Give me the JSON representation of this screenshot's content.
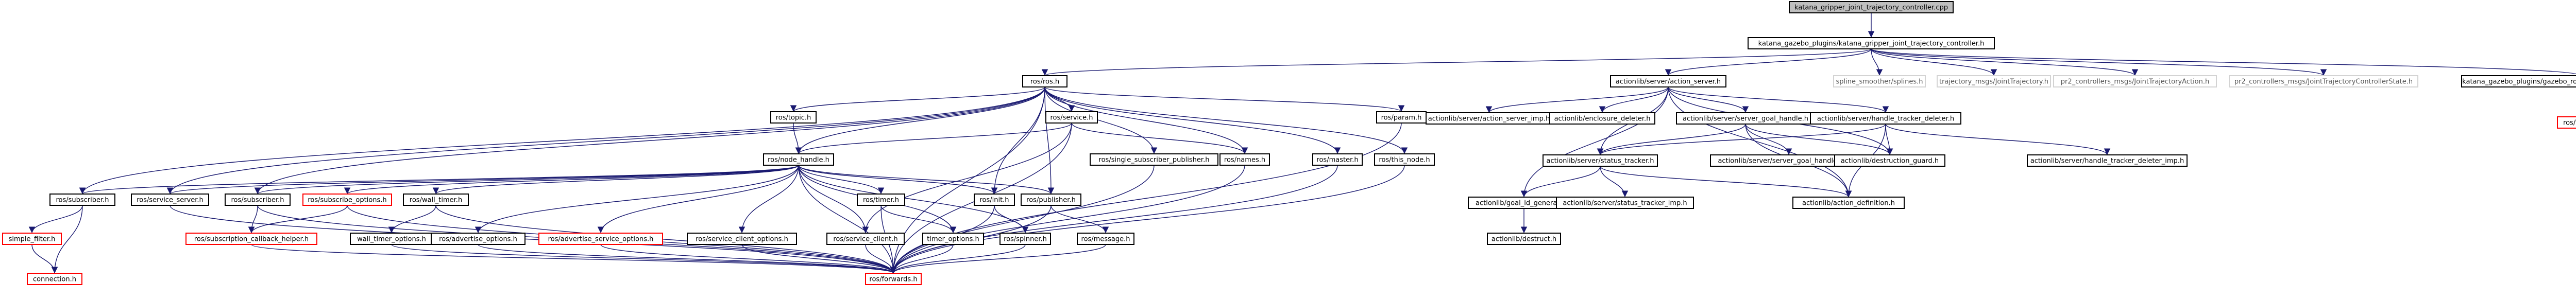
{
  "colors": {
    "edge": "#191970",
    "node_border": "#000000",
    "missing_border": "#ff0000",
    "root_fill": "#bfbfbf",
    "node_fill": "#ffffff",
    "no_border": "#d3d3d3",
    "text": "#000000",
    "faint_text": "#555555"
  },
  "nodes": [
    {
      "id": "root",
      "label": "katana_gripper_joint_trajectory_controller.cpp",
      "style": "root"
    },
    {
      "id": "hdr",
      "label": "katana_gazebo_plugins/katana_gripper_joint_trajectory_controller.h",
      "style": "normal"
    },
    {
      "id": "roscpp_ros",
      "label": "ros/ros.h",
      "style": "normal"
    },
    {
      "id": "as",
      "label": "actionlib/server/action_server.h",
      "style": "normal"
    },
    {
      "id": "spline",
      "label": "spline_smoother/splines.h",
      "style": "plain"
    },
    {
      "id": "traj",
      "label": "trajectory_msgs/JointTrajectory.h",
      "style": "plain"
    },
    {
      "id": "pr2a",
      "label": "pr2_controllers_msgs/JointTrajectoryAction.h",
      "style": "plain"
    },
    {
      "id": "pr2s",
      "label": "pr2_controllers_msgs/JointTrajectoryControllerState.h",
      "style": "plain"
    },
    {
      "id": "gias",
      "label": "katana_gazebo_plugins/gazebo_ros_katana_gripper_action_interface.h",
      "style": "normal"
    },
    {
      "id": "rostime",
      "label": "ros/time.h",
      "style": "missing"
    },
    {
      "id": "topic",
      "label": "ros/topic.h",
      "style": "normal"
    },
    {
      "id": "service",
      "label": "ros/service.h",
      "style": "normal"
    },
    {
      "id": "param",
      "label": "ros/param.h",
      "style": "normal"
    },
    {
      "id": "asimp",
      "label": "actionlib/server/action_server_imp.h",
      "style": "normal"
    },
    {
      "id": "enclos",
      "label": "actionlib/enclosure_deleter.h",
      "style": "normal"
    },
    {
      "id": "sgh",
      "label": "actionlib/server/server_goal_handle.h",
      "style": "normal"
    },
    {
      "id": "htd",
      "label": "actionlib/server/handle_tracker_deleter.h",
      "style": "normal"
    },
    {
      "id": "nh",
      "label": "ros/node_handle.h",
      "style": "normal"
    },
    {
      "id": "ssp",
      "label": "ros/single_subscriber_publisher.h",
      "style": "normal"
    },
    {
      "id": "names",
      "label": "ros/names.h",
      "style": "normal"
    },
    {
      "id": "master",
      "label": "ros/master.h",
      "style": "normal"
    },
    {
      "id": "thisnode",
      "label": "ros/this_node.h",
      "style": "normal"
    },
    {
      "id": "st",
      "label": "actionlib/server/status_tracker.h",
      "style": "normal"
    },
    {
      "id": "sghimp",
      "label": "actionlib/server/server_goal_handle_imp.h",
      "style": "normal"
    },
    {
      "id": "dguard",
      "label": "actionlib/destruction_guard.h",
      "style": "normal"
    },
    {
      "id": "htdimp",
      "label": "actionlib/server/handle_tracker_deleter_imp.h",
      "style": "normal"
    },
    {
      "id": "sub",
      "label": "ros/subscriber.h",
      "style": "normal"
    },
    {
      "id": "ss",
      "label": "ros/service_server.h",
      "style": "normal"
    },
    {
      "id": "subscriber",
      "label": "ros/subscriber.h",
      "style": "normal"
    },
    {
      "id": "subopts",
      "label": "ros/subscribe_options.h",
      "style": "missing"
    },
    {
      "id": "wtimer",
      "label": "ros/wall_timer.h",
      "style": "normal"
    },
    {
      "id": "timer",
      "label": "ros/timer.h",
      "style": "normal"
    },
    {
      "id": "init",
      "label": "ros/init.h",
      "style": "normal"
    },
    {
      "id": "publisher",
      "label": "ros/publisher.h",
      "style": "normal"
    },
    {
      "id": "gidgen",
      "label": "actionlib/goal_id_generator.h",
      "style": "normal"
    },
    {
      "id": "stimp",
      "label": "actionlib/server/status_tracker_imp.h",
      "style": "normal"
    },
    {
      "id": "adef",
      "label": "actionlib/action_definition.h",
      "style": "normal"
    },
    {
      "id": "simple",
      "label": "simple_filter.h",
      "style": "missing"
    },
    {
      "id": "sch",
      "label": "ros/subscription_callback_helper.h",
      "style": "missing"
    },
    {
      "id": "wto",
      "label": "wall_timer_options.h",
      "style": "normal"
    },
    {
      "id": "advo",
      "label": "ros/advertise_options.h",
      "style": "normal"
    },
    {
      "id": "aso",
      "label": "ros/advertise_service_options.h",
      "style": "missing"
    },
    {
      "id": "sco",
      "label": "ros/service_client_options.h",
      "style": "normal"
    },
    {
      "id": "sclient",
      "label": "ros/service_client.h",
      "style": "normal"
    },
    {
      "id": "topts",
      "label": "timer_options.h",
      "style": "normal"
    },
    {
      "id": "spinner",
      "label": "ros/spinner.h",
      "style": "normal"
    },
    {
      "id": "message",
      "label": "ros/message.h",
      "style": "normal"
    },
    {
      "id": "dest",
      "label": "actionlib/destruct.h",
      "style": "normal"
    },
    {
      "id": "conn",
      "label": "connection.h",
      "style": "missing"
    },
    {
      "id": "fwd",
      "label": "ros/forwards.h",
      "style": "missing"
    }
  ],
  "edges": [
    [
      "root",
      "hdr"
    ],
    [
      "hdr",
      "roscpp_ros"
    ],
    [
      "hdr",
      "as"
    ],
    [
      "hdr",
      "spline"
    ],
    [
      "hdr",
      "traj"
    ],
    [
      "hdr",
      "pr2a"
    ],
    [
      "hdr",
      "pr2s"
    ],
    [
      "hdr",
      "gias"
    ],
    [
      "gias",
      "rostime"
    ],
    [
      "roscpp_ros",
      "topic"
    ],
    [
      "roscpp_ros",
      "service"
    ],
    [
      "roscpp_ros",
      "param"
    ],
    [
      "roscpp_ros",
      "nh"
    ],
    [
      "roscpp_ros",
      "ssp"
    ],
    [
      "roscpp_ros",
      "names"
    ],
    [
      "roscpp_ros",
      "master"
    ],
    [
      "roscpp_ros",
      "thisnode"
    ],
    [
      "roscpp_ros",
      "sub"
    ],
    [
      "roscpp_ros",
      "ss"
    ],
    [
      "roscpp_ros",
      "subscriber"
    ],
    [
      "roscpp_ros",
      "init"
    ],
    [
      "roscpp_ros",
      "publisher"
    ],
    [
      "roscpp_ros",
      "fwd"
    ],
    [
      "as",
      "asimp"
    ],
    [
      "as",
      "enclos"
    ],
    [
      "as",
      "sgh"
    ],
    [
      "as",
      "htd"
    ],
    [
      "as",
      "st"
    ],
    [
      "as",
      "dguard"
    ],
    [
      "as",
      "adef"
    ],
    [
      "as",
      "gidgen"
    ],
    [
      "sgh",
      "st"
    ],
    [
      "sgh",
      "sghimp"
    ],
    [
      "sgh",
      "dguard"
    ],
    [
      "sgh",
      "adef"
    ],
    [
      "htd",
      "st"
    ],
    [
      "htd",
      "dguard"
    ],
    [
      "htd",
      "htdimp"
    ],
    [
      "htd",
      "adef"
    ],
    [
      "topic",
      "nh"
    ],
    [
      "service",
      "nh"
    ],
    [
      "service",
      "names"
    ],
    [
      "service",
      "sclient"
    ],
    [
      "service",
      "fwd"
    ],
    [
      "param",
      "fwd"
    ],
    [
      "nh",
      "sub"
    ],
    [
      "nh",
      "ss"
    ],
    [
      "nh",
      "subscriber"
    ],
    [
      "nh",
      "subopts"
    ],
    [
      "nh",
      "wtimer"
    ],
    [
      "nh",
      "timer"
    ],
    [
      "nh",
      "init"
    ],
    [
      "nh",
      "publisher"
    ],
    [
      "nh",
      "advo"
    ],
    [
      "nh",
      "aso"
    ],
    [
      "nh",
      "sco"
    ],
    [
      "nh",
      "sclient"
    ],
    [
      "nh",
      "topts"
    ],
    [
      "nh",
      "spinner"
    ],
    [
      "nh",
      "fwd"
    ],
    [
      "names",
      "fwd"
    ],
    [
      "master",
      "fwd"
    ],
    [
      "thisnode",
      "fwd"
    ],
    [
      "ssp",
      "fwd"
    ],
    [
      "st",
      "gidgen"
    ],
    [
      "st",
      "stimp"
    ],
    [
      "st",
      "adef"
    ],
    [
      "gidgen",
      "dest"
    ],
    [
      "sub",
      "simple"
    ],
    [
      "sub",
      "conn"
    ],
    [
      "simple",
      "conn"
    ],
    [
      "ss",
      "fwd"
    ],
    [
      "subscriber",
      "sch"
    ],
    [
      "subscriber",
      "fwd"
    ],
    [
      "subopts",
      "sch"
    ],
    [
      "subopts",
      "fwd"
    ],
    [
      "wtimer",
      "wto"
    ],
    [
      "wtimer",
      "fwd"
    ],
    [
      "wto",
      "fwd"
    ],
    [
      "timer",
      "topts"
    ],
    [
      "timer",
      "fwd"
    ],
    [
      "topts",
      "fwd"
    ],
    [
      "init",
      "spinner"
    ],
    [
      "init",
      "fwd"
    ],
    [
      "publisher",
      "message"
    ],
    [
      "publisher",
      "fwd"
    ],
    [
      "message",
      "fwd"
    ],
    [
      "advo",
      "fwd"
    ],
    [
      "aso",
      "fwd"
    ],
    [
      "sco",
      "fwd"
    ],
    [
      "sclient",
      "fwd"
    ],
    [
      "spinner",
      "fwd"
    ],
    [
      "sch",
      "fwd"
    ]
  ]
}
